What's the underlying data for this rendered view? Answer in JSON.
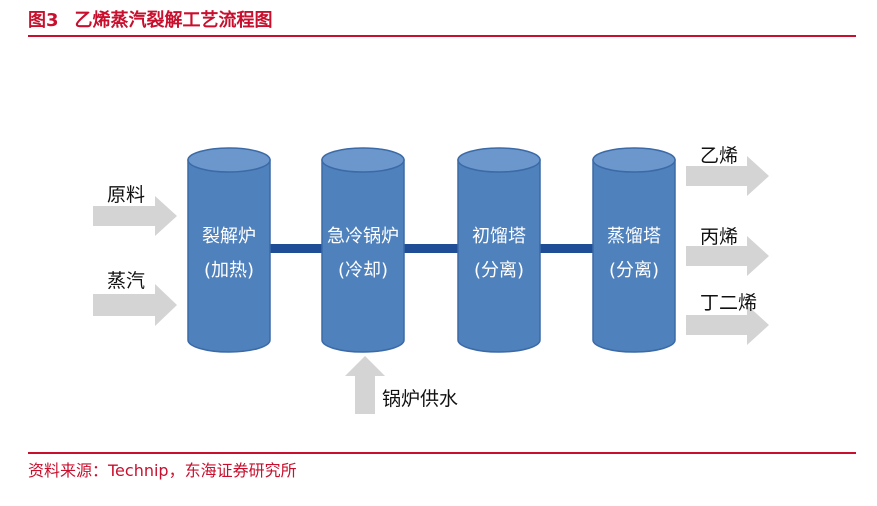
{
  "header": {
    "figure_number": "图3",
    "title": "乙烯蒸汽裂解工艺流程图"
  },
  "inputs": [
    {
      "label": "原料"
    },
    {
      "label": "蒸汽"
    }
  ],
  "units": [
    {
      "name": "裂解炉",
      "sub": "(加热)"
    },
    {
      "name": "急冷锅炉",
      "sub": "(冷却)"
    },
    {
      "name": "初馏塔",
      "sub": "(分离)"
    },
    {
      "name": "蒸馏塔",
      "sub": "(分离)"
    }
  ],
  "boiler_feed": {
    "label": "锅炉供水"
  },
  "outputs": [
    {
      "label": "乙烯"
    },
    {
      "label": "丙烯"
    },
    {
      "label": "丁二烯"
    }
  ],
  "footer": {
    "source": "资料来源：Technip，东海证券研究所"
  },
  "colors": {
    "accent": "#c8102e",
    "cylinder_fill": "#4f81bd",
    "cylinder_top": "#6b97cc",
    "cylinder_stroke": "#3b6aa6",
    "connector": "#1f4e96",
    "arrow": "#d4d4d4"
  }
}
